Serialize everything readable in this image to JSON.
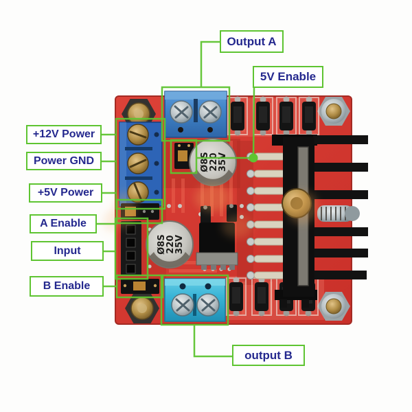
{
  "figure": {
    "description": "Annotated photo of an L298N dual H-bridge motor driver module with pinout callouts",
    "annotation": {
      "accent_color": "#5ec431",
      "text_color": "#24288e",
      "box_fill": "#ffffff"
    },
    "labels": {
      "output_a": "Output A",
      "enable_5v": "5V Enable",
      "power_12v": "+12V Power",
      "power_gnd": "Power GND",
      "power_5v": "+5V Power",
      "a_enable": "A Enable",
      "input": "Input",
      "b_enable": "B Enable",
      "output_b": "output B"
    },
    "board": {
      "pcb_color": "#d63a32",
      "terminal_blue": "#4286cb",
      "terminal_dark_blue": "#2d64b6",
      "terminal_cyan": "#3ab5d7",
      "heatsink_color": "#101010",
      "capacitor_marking": [
        "Ø8S",
        "220",
        "35V"
      ]
    }
  }
}
